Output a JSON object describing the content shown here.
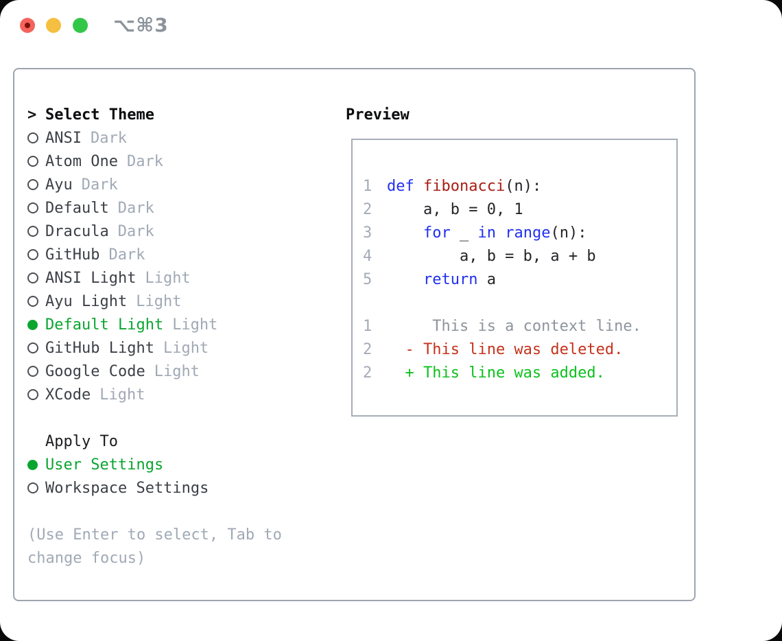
{
  "window": {
    "title": "⌥⌘3",
    "controls": {
      "close": "close-button",
      "minimize": "minimize-button",
      "zoom": "zoom-button"
    }
  },
  "colors": {
    "select-green": "#0aa52f",
    "muted": "#a0a9b5",
    "linenum": "#a3abb7",
    "kw-blue": "#2130f0",
    "fn-red": "#a81d15",
    "ctx-gray": "#8d949c",
    "del-red": "#c5321c",
    "add-green": "#0cc01c"
  },
  "theme_picker": {
    "prompt": ">",
    "heading": "Select Theme",
    "items": [
      {
        "name": "ANSI",
        "variant": "Dark",
        "selected": false
      },
      {
        "name": "Atom One",
        "variant": "Dark",
        "selected": false
      },
      {
        "name": "Ayu",
        "variant": "Dark",
        "selected": false
      },
      {
        "name": "Default",
        "variant": "Dark",
        "selected": false
      },
      {
        "name": "Dracula",
        "variant": "Dark",
        "selected": false
      },
      {
        "name": "GitHub",
        "variant": "Dark",
        "selected": false
      },
      {
        "name": "ANSI Light",
        "variant": "Light",
        "selected": false
      },
      {
        "name": "Ayu Light",
        "variant": "Light",
        "selected": false
      },
      {
        "name": "Default Light",
        "variant": "Light",
        "selected": true
      },
      {
        "name": "GitHub Light",
        "variant": "Light",
        "selected": false
      },
      {
        "name": "Google Code",
        "variant": "Light",
        "selected": false
      },
      {
        "name": "XCode",
        "variant": "Light",
        "selected": false
      }
    ],
    "apply_to": {
      "heading": "Apply To",
      "options": [
        {
          "label": "User Settings",
          "selected": true
        },
        {
          "label": "Workspace Settings",
          "selected": false
        }
      ]
    },
    "hint_lines": [
      "(Use Enter to select, Tab to",
      "change focus)"
    ]
  },
  "preview": {
    "heading": "Preview",
    "code_lines": [
      {
        "num": "1",
        "segments": [
          {
            "t": "def",
            "c": "kw"
          },
          {
            "t": " ",
            "c": "pl"
          },
          {
            "t": "fibonacci",
            "c": "fn"
          },
          {
            "t": "(n):",
            "c": "pl"
          }
        ]
      },
      {
        "num": "2",
        "segments": [
          {
            "t": "    a, b = 0, 1",
            "c": "pl"
          }
        ]
      },
      {
        "num": "3",
        "segments": [
          {
            "t": "    ",
            "c": "pl"
          },
          {
            "t": "for",
            "c": "kw"
          },
          {
            "t": " _ ",
            "c": "pl"
          },
          {
            "t": "in",
            "c": "kw"
          },
          {
            "t": " ",
            "c": "pl"
          },
          {
            "t": "range",
            "c": "kw"
          },
          {
            "t": "(n):",
            "c": "pl"
          }
        ]
      },
      {
        "num": "4",
        "segments": [
          {
            "t": "        a, b = b, a + b",
            "c": "pl"
          }
        ]
      },
      {
        "num": "5",
        "segments": [
          {
            "t": "    ",
            "c": "pl"
          },
          {
            "t": "return",
            "c": "kw"
          },
          {
            "t": " a",
            "c": "pl"
          }
        ]
      },
      {
        "num": "",
        "segments": []
      },
      {
        "num": "1",
        "segments": [
          {
            "t": "     This is a context line.",
            "c": "ctx"
          }
        ]
      },
      {
        "num": "2",
        "segments": [
          {
            "t": "  - This line was deleted.",
            "c": "del"
          }
        ]
      },
      {
        "num": "2",
        "segments": [
          {
            "t": "  + This line was added.",
            "c": "add"
          }
        ]
      }
    ]
  }
}
